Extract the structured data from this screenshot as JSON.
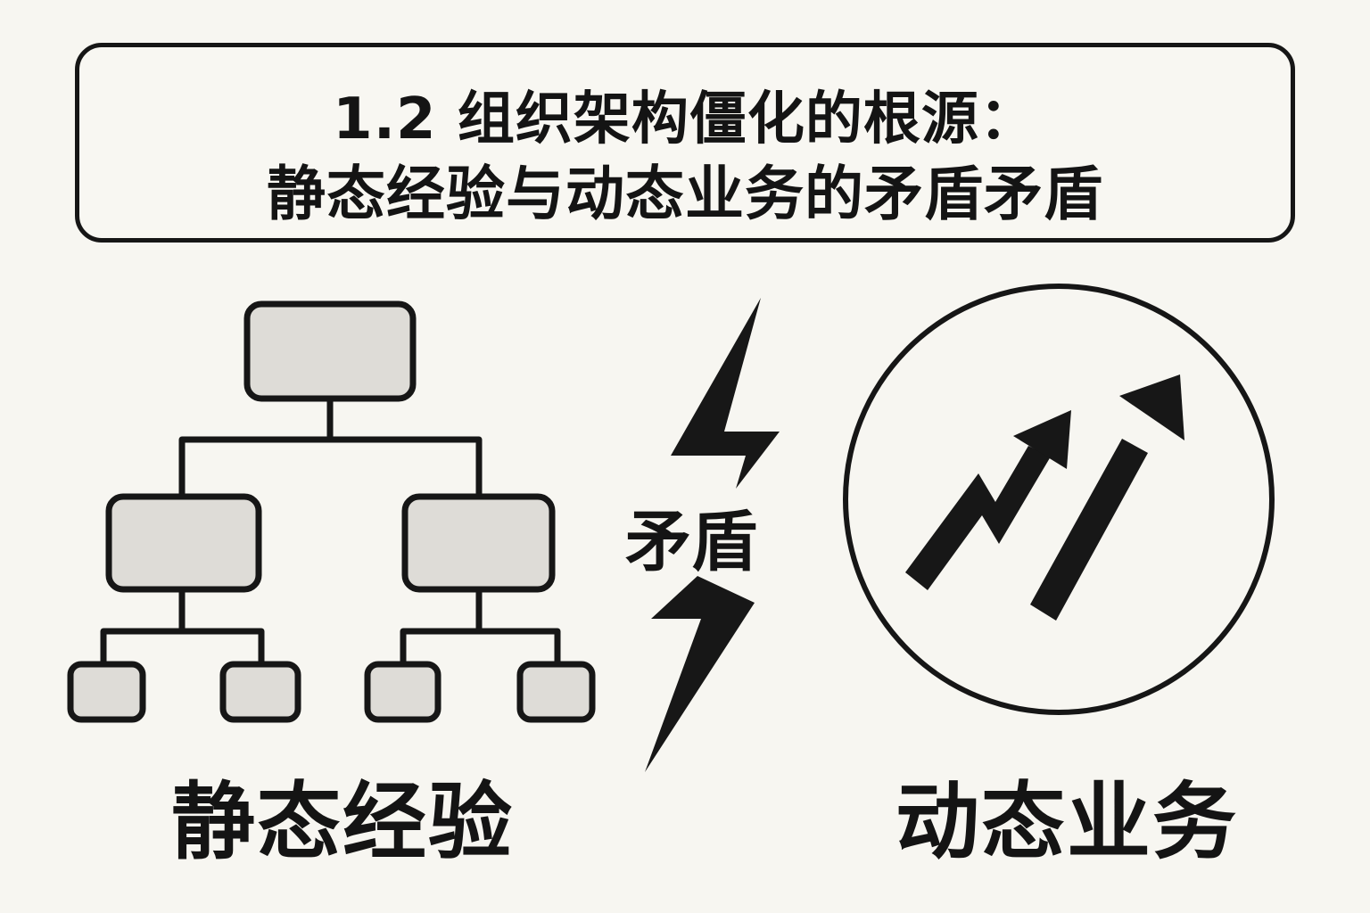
{
  "title": {
    "line1": "1.2 组织架构僵化的根源：",
    "line2": "静态经验与动态业务的矛盾矛盾"
  },
  "left_label": "静态经验",
  "right_label": "动态业务",
  "center_label": "矛盾",
  "icons": {
    "left": "org-chart-icon",
    "center": "lightning-bolt-icon",
    "right": "trending-up-arrows-icon"
  },
  "colors": {
    "background": "#f7f6f1",
    "ink": "#141414",
    "box_fill": "#dedcd7"
  }
}
